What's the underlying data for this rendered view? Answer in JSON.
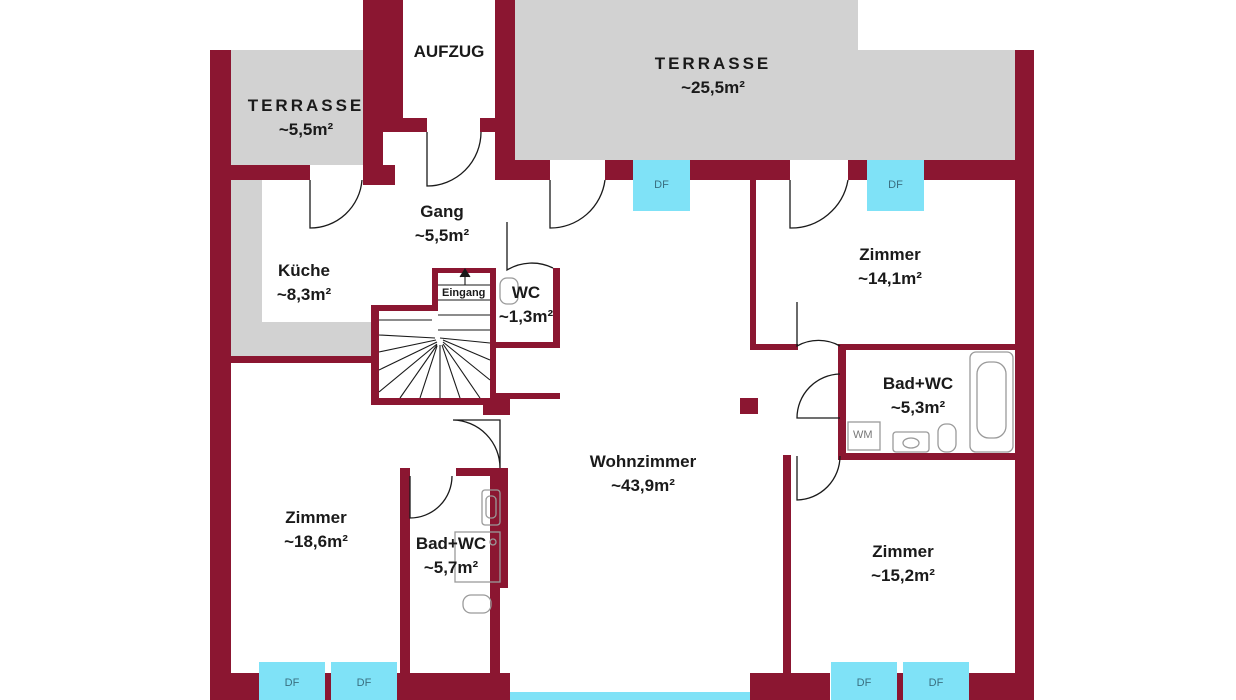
{
  "plan": {
    "colors": {
      "wall": "#8b1631",
      "terrace": "#d2d2d2",
      "window": "#7fe2f7",
      "fixture": "#9a9a9a"
    },
    "rooms": [
      {
        "id": "terrasse-left",
        "name": "TERRASSE",
        "area": "~5,5m²"
      },
      {
        "id": "aufzug",
        "name": "AUFZUG",
        "area": ""
      },
      {
        "id": "terrasse-top",
        "name": "TERRASSE",
        "area": "~25,5m²"
      },
      {
        "id": "gang",
        "name": "Gang",
        "area": "~5,5m²"
      },
      {
        "id": "kueche",
        "name": "Küche",
        "area": "~8,3m²"
      },
      {
        "id": "wc",
        "name": "WC",
        "area": "~1,3m²"
      },
      {
        "id": "zimmer-ne",
        "name": "Zimmer",
        "area": "~14,1m²"
      },
      {
        "id": "bad-east",
        "name": "Bad+WC",
        "area": "~5,3m²"
      },
      {
        "id": "wohnzimmer",
        "name": "Wohnzimmer",
        "area": "~43,9m²"
      },
      {
        "id": "zimmer-w",
        "name": "Zimmer",
        "area": "~18,6m²"
      },
      {
        "id": "bad-west",
        "name": "Bad+WC",
        "area": "~5,7m²"
      },
      {
        "id": "zimmer-se",
        "name": "Zimmer",
        "area": "~15,2m²"
      }
    ],
    "labels": {
      "entrance": "Eingang",
      "washing_machine": "WM",
      "roof_window": "DF"
    },
    "roof_windows": [
      {
        "id": "df-top-1"
      },
      {
        "id": "df-top-2"
      },
      {
        "id": "df-bottom-1"
      },
      {
        "id": "df-bottom-2"
      },
      {
        "id": "df-bottom-3"
      },
      {
        "id": "df-bottom-4"
      }
    ]
  }
}
